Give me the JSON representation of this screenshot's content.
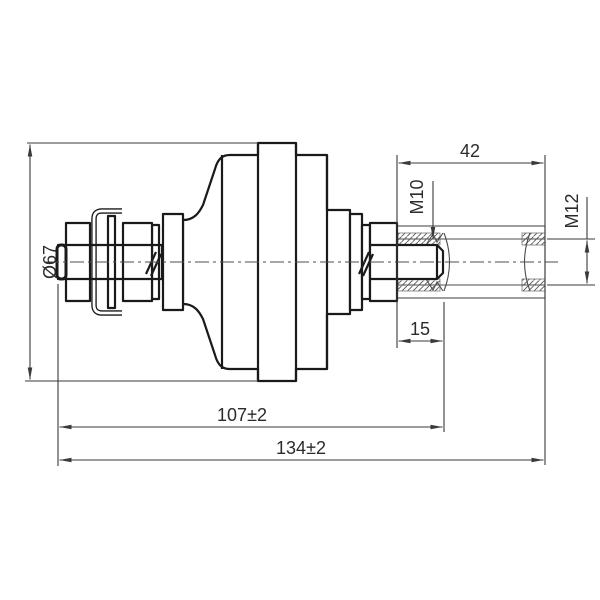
{
  "drawing": {
    "dimensions": {
      "body_diameter": "Ø67",
      "sleeve_length": "42",
      "stud_thread": "M10",
      "sleeve_thread": "M12",
      "thread_engagement": "15",
      "length_to_stud_end": "107±2",
      "overall_length": "134±2"
    },
    "colors": {
      "outline": "#1a1a1a",
      "thin_line": "#4d4d4d",
      "text": "#2b2b2b",
      "background": "#ffffff"
    }
  }
}
